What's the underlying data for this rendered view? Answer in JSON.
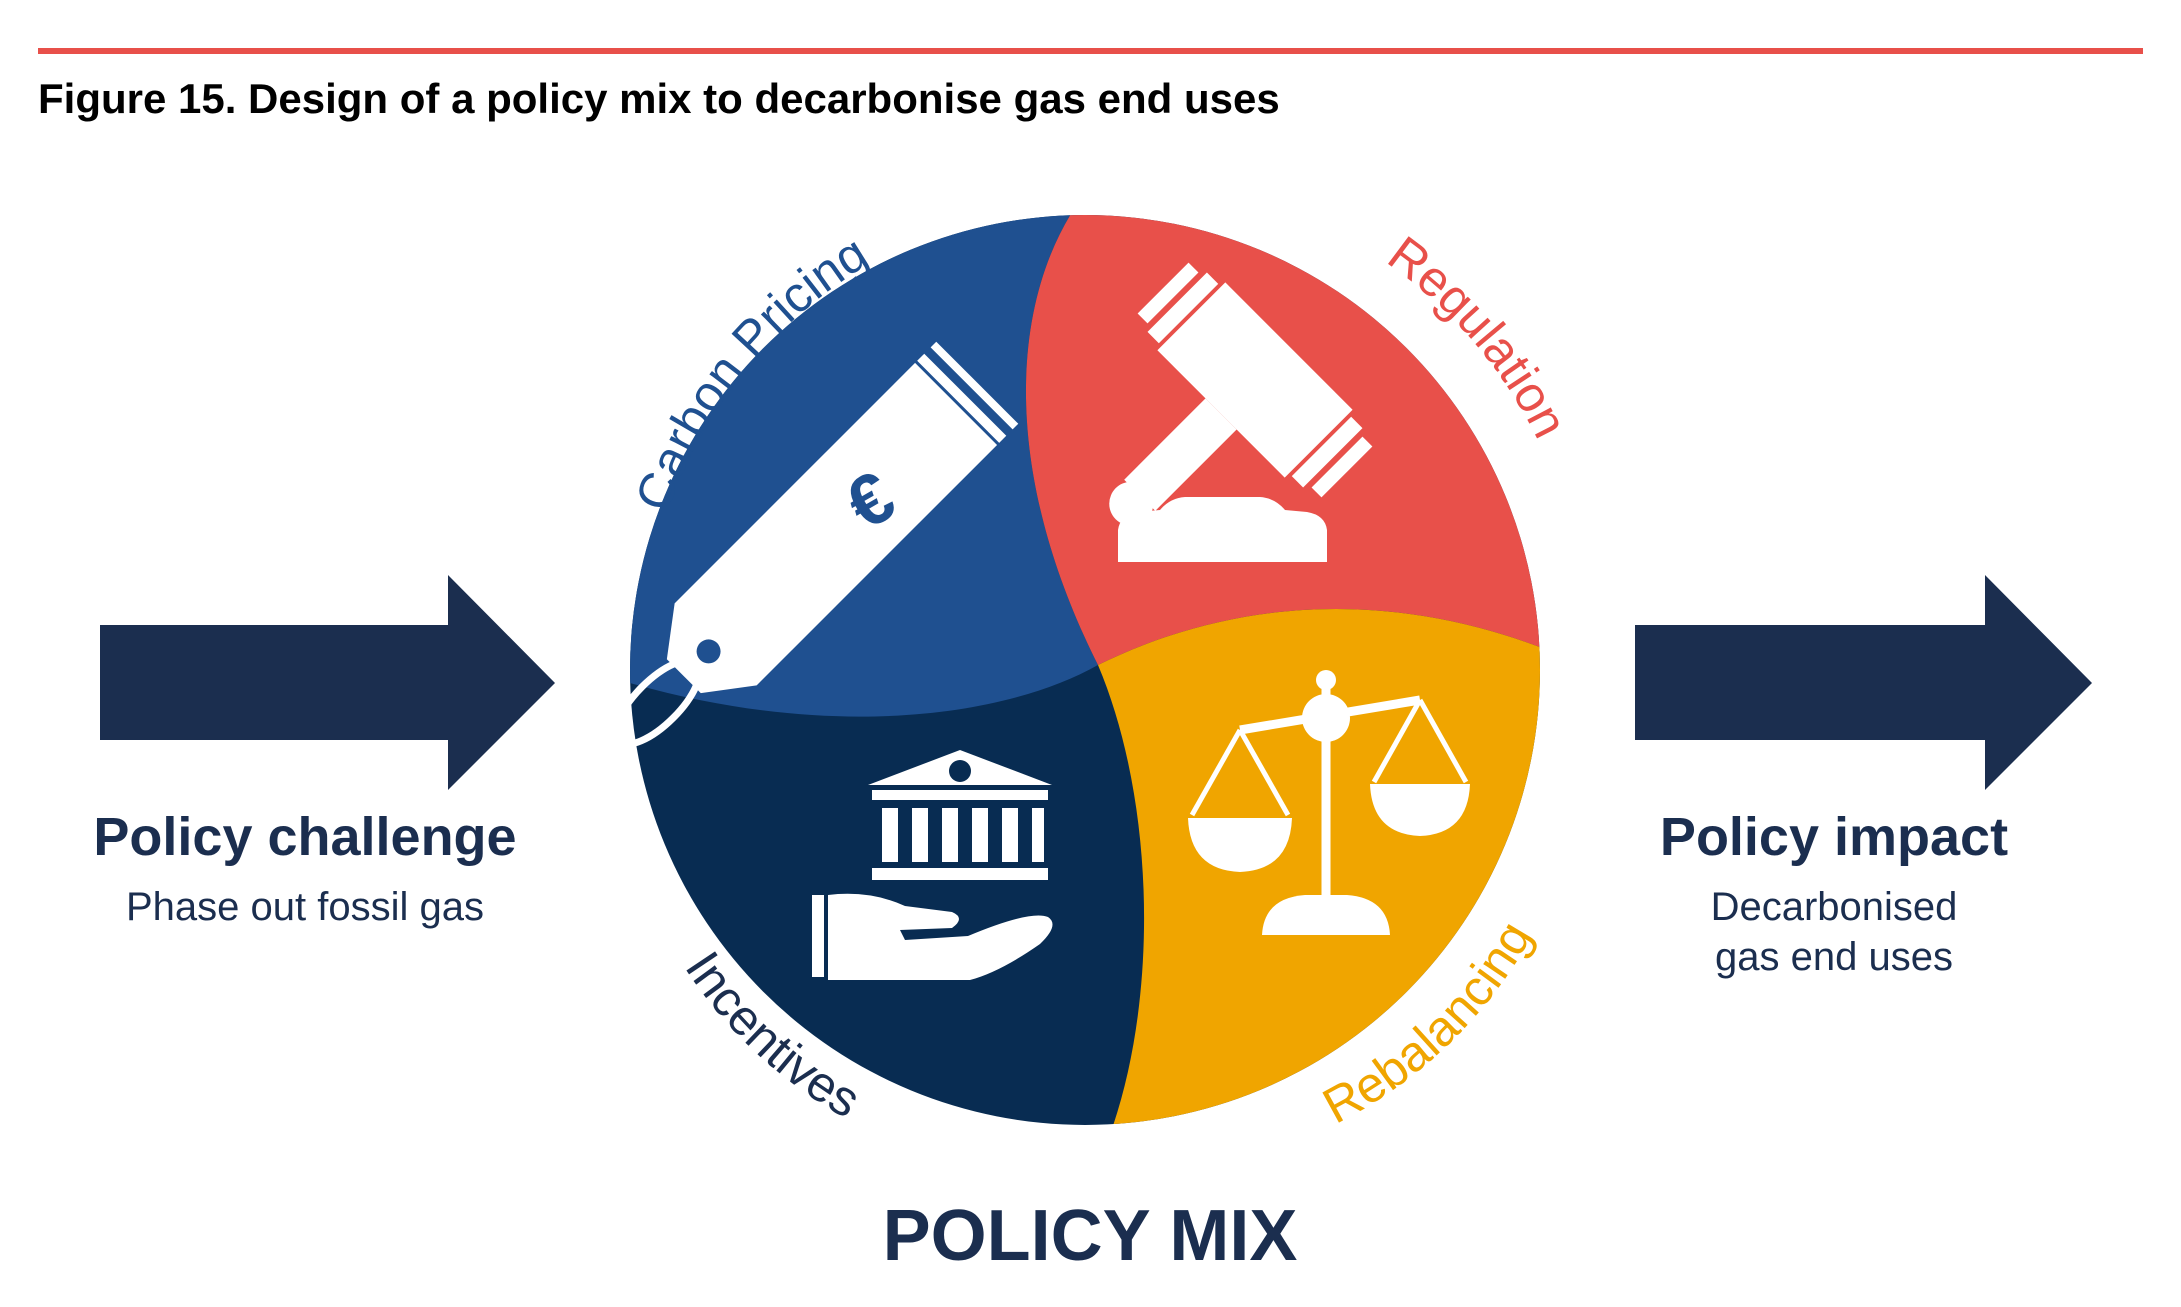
{
  "figure": {
    "title": "Figure 15. Design of a policy mix to decarbonise gas end uses",
    "accent_rule_color": "#e8504a"
  },
  "left": {
    "heading": "Policy challenge",
    "sub": "Phase out fossil gas",
    "arrow_color": "#1b2e4f"
  },
  "right": {
    "heading": "Policy impact",
    "sub_line1": "Decarbonised",
    "sub_line2": "gas end uses",
    "arrow_color": "#1b2e4f"
  },
  "center": {
    "label": "POLICY MIX"
  },
  "quadrants": [
    {
      "name": "Carbon Pricing",
      "color": "#1f5090",
      "label_color": "#1f5090",
      "icon": "euro-price-tag-icon"
    },
    {
      "name": "Regulation",
      "color": "#e8504a",
      "label_color": "#e8504a",
      "icon": "gavel-icon"
    },
    {
      "name": "Rebalancing",
      "color": "#f0a500",
      "label_color": "#f0a500",
      "icon": "balance-scale-icon"
    },
    {
      "name": "Incentives",
      "color": "#082c52",
      "label_color": "#1b2e4f",
      "icon": "bank-in-hand-icon"
    }
  ],
  "icon_symbols": {
    "currency": "€"
  }
}
